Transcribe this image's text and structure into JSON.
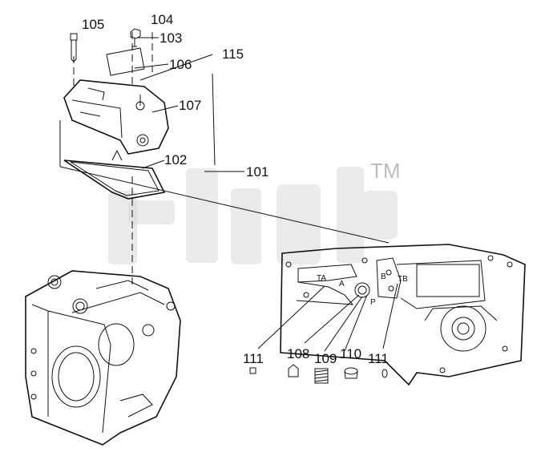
{
  "callouts": {
    "c105": "105",
    "c104": "104",
    "c103": "103",
    "c106": "106",
    "c115": "115",
    "c107": "107",
    "c102": "102",
    "c101": "101",
    "c111a": "111",
    "c108": "108",
    "c109": "109",
    "c110": "110",
    "c111b": "111"
  },
  "port_labels": {
    "ta": "TA",
    "a": "A",
    "b": "B",
    "tb": "TB",
    "p": "P"
  },
  "watermark": {
    "tm": "TM"
  }
}
